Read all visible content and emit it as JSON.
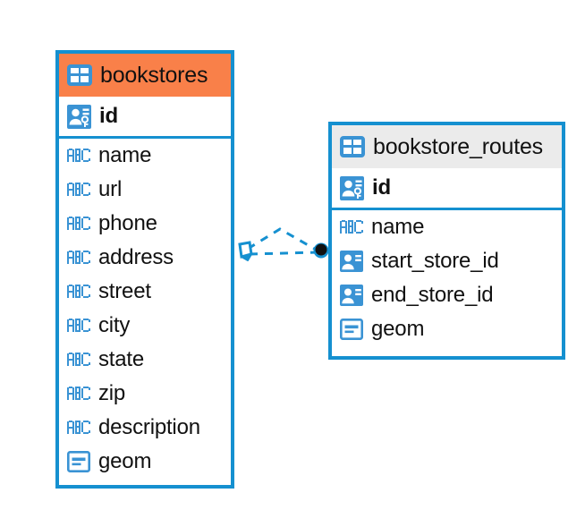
{
  "diagram": {
    "type": "entity-relationship-diagram",
    "background_color": "#ffffff",
    "accent_color": "#1590d0",
    "selected_color": "#f98049",
    "unselected_header_color": "#ebebeb"
  },
  "entities": [
    {
      "name": "bookstores",
      "selected": true,
      "header_icon": "table-icon",
      "fields": [
        {
          "name": "id",
          "icon": "primary-key-icon",
          "key": "primary"
        },
        {
          "name": "name",
          "icon": "abc-text-icon",
          "key": "none"
        },
        {
          "name": "url",
          "icon": "abc-text-icon",
          "key": "none"
        },
        {
          "name": "phone",
          "icon": "abc-text-icon",
          "key": "none"
        },
        {
          "name": "address",
          "icon": "abc-text-icon",
          "key": "none"
        },
        {
          "name": "street",
          "icon": "abc-text-icon",
          "key": "none"
        },
        {
          "name": "city",
          "icon": "abc-text-icon",
          "key": "none"
        },
        {
          "name": "state",
          "icon": "abc-text-icon",
          "key": "none"
        },
        {
          "name": "zip",
          "icon": "abc-text-icon",
          "key": "none"
        },
        {
          "name": "description",
          "icon": "abc-text-icon",
          "key": "none"
        },
        {
          "name": "geom",
          "icon": "geometry-icon",
          "key": "none"
        }
      ]
    },
    {
      "name": "bookstore_routes",
      "selected": false,
      "header_icon": "table-icon",
      "fields": [
        {
          "name": "id",
          "icon": "primary-key-icon",
          "key": "primary"
        },
        {
          "name": "name",
          "icon": "abc-text-icon",
          "key": "none"
        },
        {
          "name": "start_store_id",
          "icon": "foreign-key-icon",
          "key": "foreign"
        },
        {
          "name": "end_store_id",
          "icon": "foreign-key-icon",
          "key": "foreign"
        },
        {
          "name": "geom",
          "icon": "geometry-icon",
          "key": "none"
        }
      ]
    }
  ],
  "relationship": {
    "from_entity": "bookstores",
    "to_entity": "bookstore_routes",
    "line_style": "dashed",
    "line_color": "#1590d0",
    "source_endpoint": "diamond-outline",
    "target_endpoint": "filled-circle"
  }
}
